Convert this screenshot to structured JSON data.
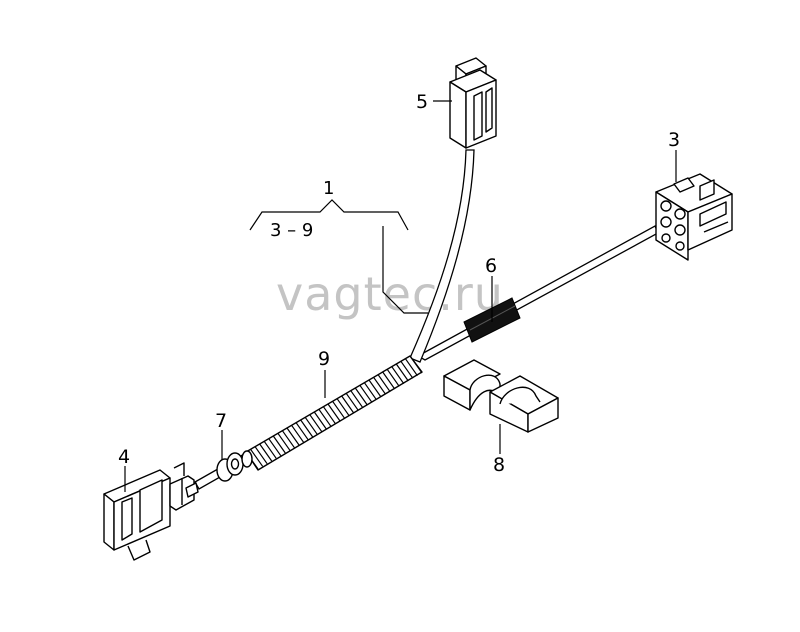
{
  "watermark": "vagtec.ru",
  "group": {
    "number": "1",
    "range": "3 – 9"
  },
  "callouts": [
    {
      "id": "3",
      "label": "3"
    },
    {
      "id": "4",
      "label": "4"
    },
    {
      "id": "5",
      "label": "5"
    },
    {
      "id": "6",
      "label": "6"
    },
    {
      "id": "7",
      "label": "7"
    },
    {
      "id": "8",
      "label": "8"
    },
    {
      "id": "9",
      "label": "9"
    }
  ]
}
